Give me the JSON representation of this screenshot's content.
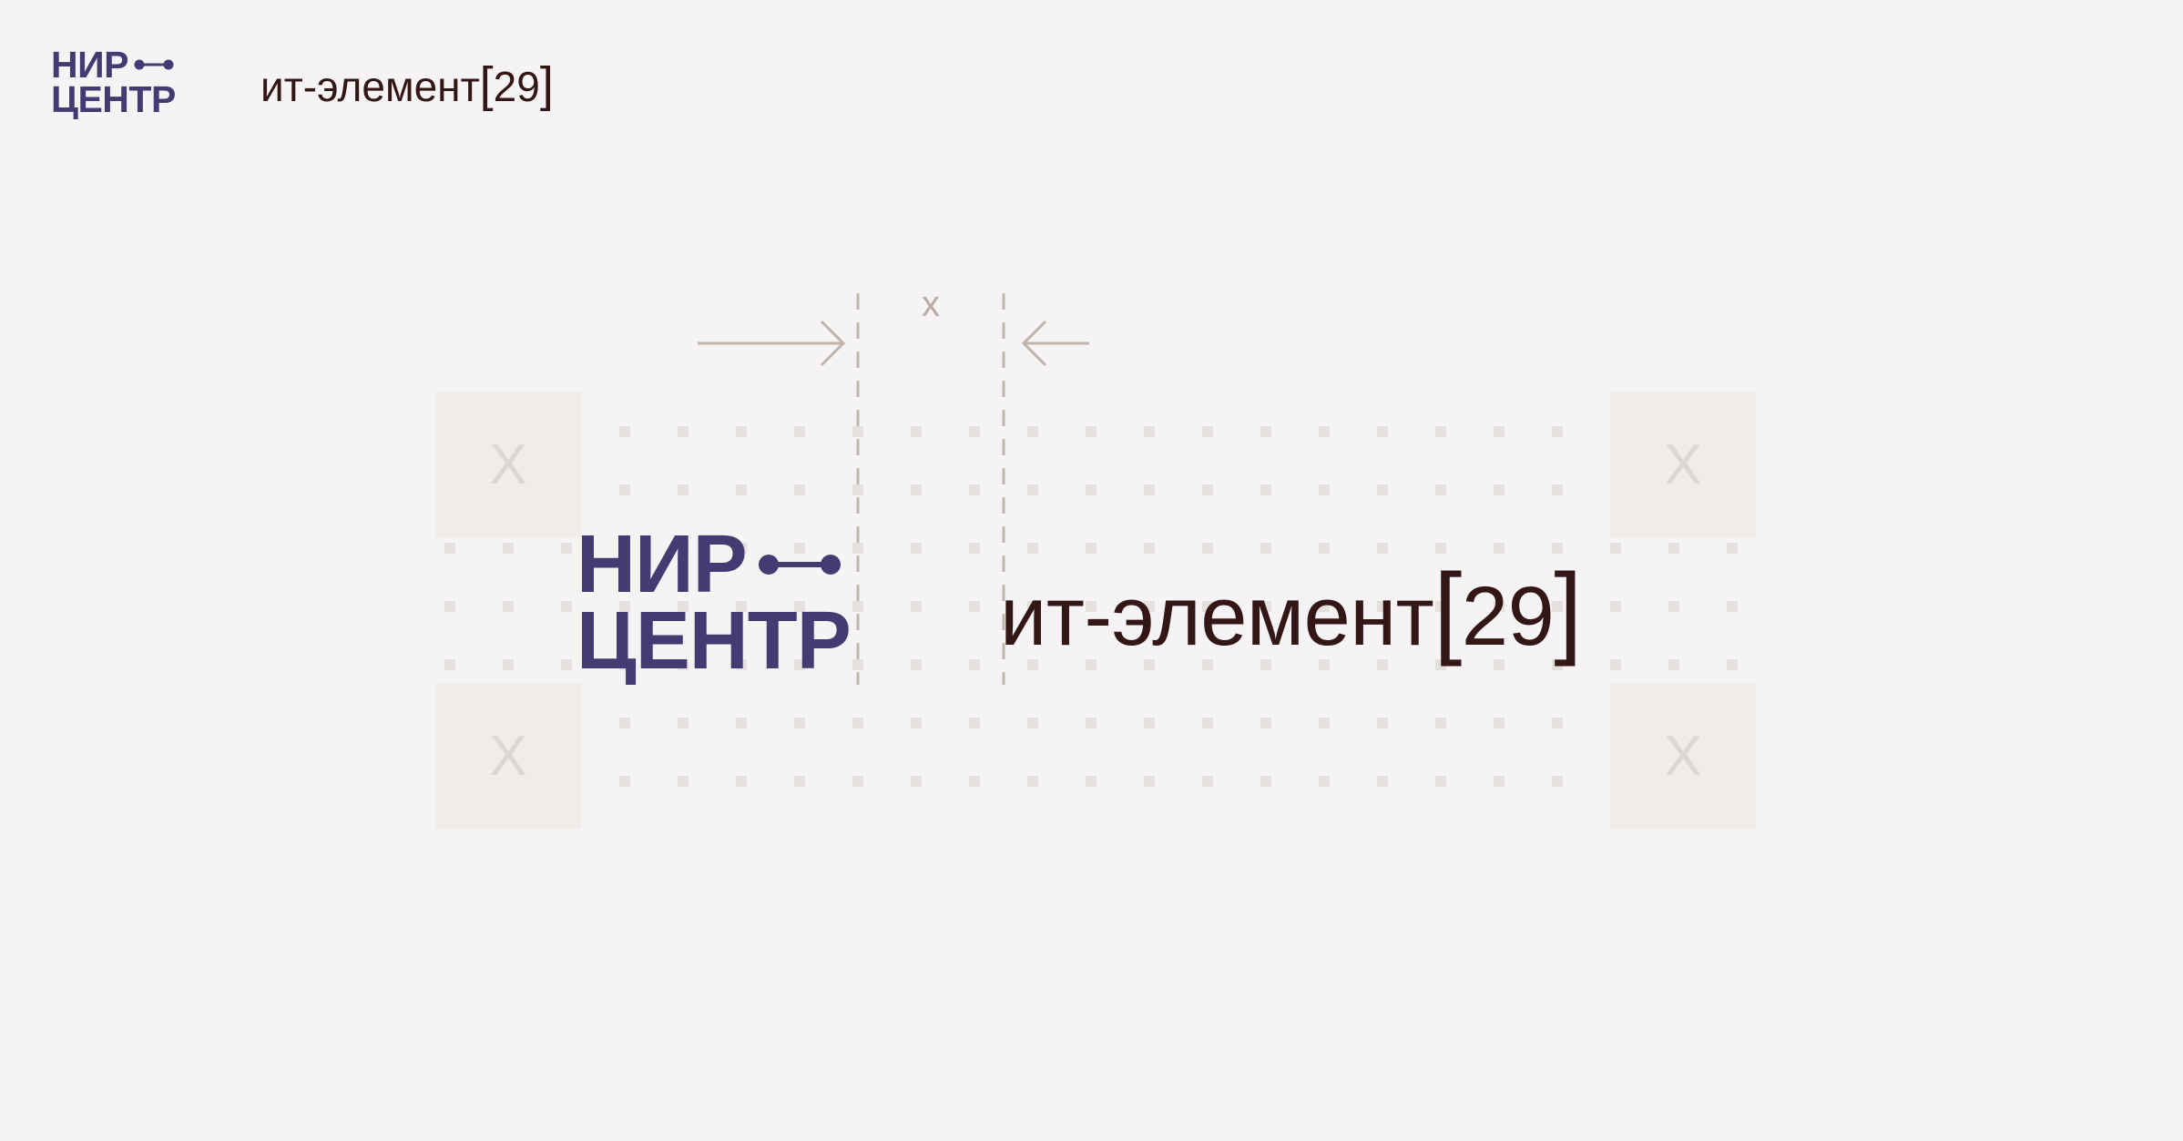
{
  "header": {
    "logo": {
      "line1": "НИР",
      "line2": "ЦЕНТР"
    },
    "title": {
      "text": "ит-элемент",
      "bracket_open": "[",
      "number": "29",
      "bracket_close": "]"
    }
  },
  "diagram": {
    "logo": {
      "line1": "НИР",
      "line2": "ЦЕНТР"
    },
    "title": {
      "text": "ит-элемент",
      "bracket_open": "[",
      "number": "29",
      "bracket_close": "]"
    },
    "measure_label": "x",
    "corner_label": "X",
    "corners": [
      {
        "id": "top-left",
        "label": "X"
      },
      {
        "id": "top-right",
        "label": "X"
      },
      {
        "id": "bottom-left",
        "label": "X"
      },
      {
        "id": "bottom-right",
        "label": "X"
      }
    ]
  },
  "colors": {
    "background": "#f5f3f4",
    "logo_purple": "#453a72",
    "title_brown": "#331616",
    "guide": "#c0b4ac",
    "grid_dot": "#e4e0dd",
    "corner_box": "#efecea",
    "corner_text": "#dcd7d3"
  },
  "icons": {
    "logo_node": "connected-nodes-icon",
    "arrow_right": "arrow-right-icon",
    "arrow_left": "arrow-left-icon"
  }
}
